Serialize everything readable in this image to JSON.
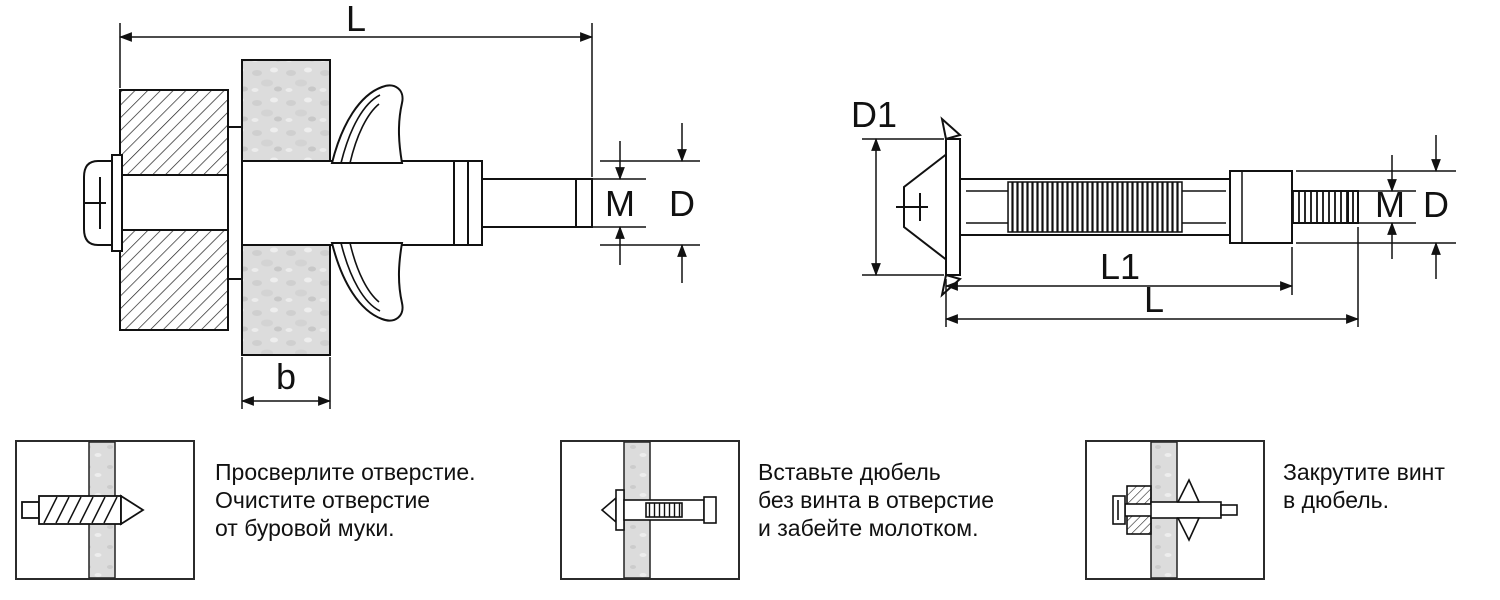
{
  "page": {
    "background": "#ffffff",
    "line_color": "#111111",
    "wall_fill": "#dcdcdc"
  },
  "left_drawing": {
    "description": "Cross-section: hollow-wall anchor installed through fixture and wall",
    "dims": {
      "length": "L",
      "thread": "M",
      "diameter": "D",
      "wall_thickness": "b"
    }
  },
  "right_drawing": {
    "description": "Hollow-wall metal anchor (molly) with screw",
    "dims": {
      "flange_diameter": "D1",
      "sleeve_length": "L1",
      "length": "L",
      "thread": "M",
      "diameter": "D"
    }
  },
  "steps": [
    {
      "icon": "drill-bit-icon",
      "lines": [
        "Просверлите отверстие.",
        "Очистите отверстие",
        "от буровой муки."
      ]
    },
    {
      "icon": "insert-plug-icon",
      "lines": [
        "Вставьте дюбель",
        "без винта в отверстие",
        "и забейте молотком."
      ]
    },
    {
      "icon": "screw-in-plug-icon",
      "lines": [
        "Закрутите винт",
        "в дюбель."
      ]
    }
  ]
}
